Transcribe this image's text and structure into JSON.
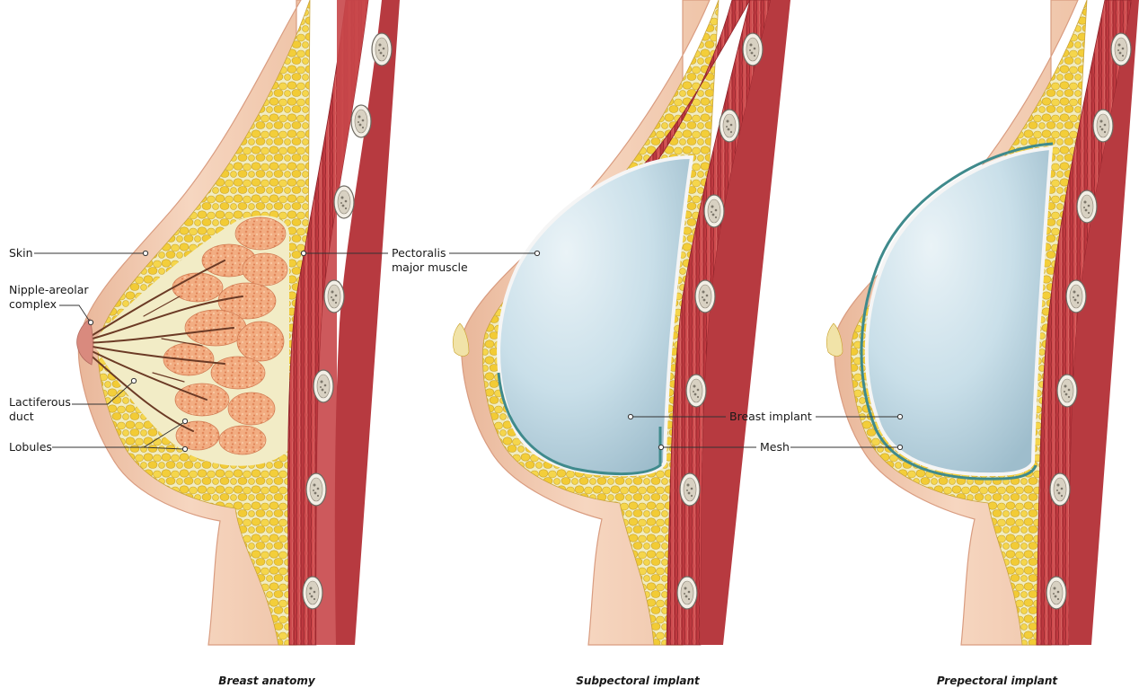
{
  "labels": {
    "skin": "Skin",
    "nipple_line1": "Nipple-areolar",
    "nipple_line2": "complex",
    "lactiferous_line1": "Lactiferous",
    "lactiferous_line2": "duct",
    "lobules": "Lobules",
    "pectoralis_line1": "Pectoralis",
    "pectoralis_line2": "major muscle",
    "breast_implant": "Breast implant",
    "mesh": "Mesh"
  },
  "captions": {
    "anatomy": "Breast anatomy",
    "subpectoral": "Subpectoral implant",
    "prepectoral": "Prepectoral implant"
  },
  "colors": {
    "skin": "#f3cdb2",
    "skin_edge": "#e1a88a",
    "fat": "#f4d03f",
    "fat_edge": "#c9a22a",
    "fat_bg": "#f6f1c8",
    "muscle": "#c73e43",
    "muscle_dark": "#9a2a30",
    "rib": "#ece8df",
    "gland": "#f0a477",
    "duct": "#6b3a25",
    "implant": "#c6dde8",
    "implant_shadow": "#9fbfcf",
    "mesh": "#3f8a8c"
  }
}
